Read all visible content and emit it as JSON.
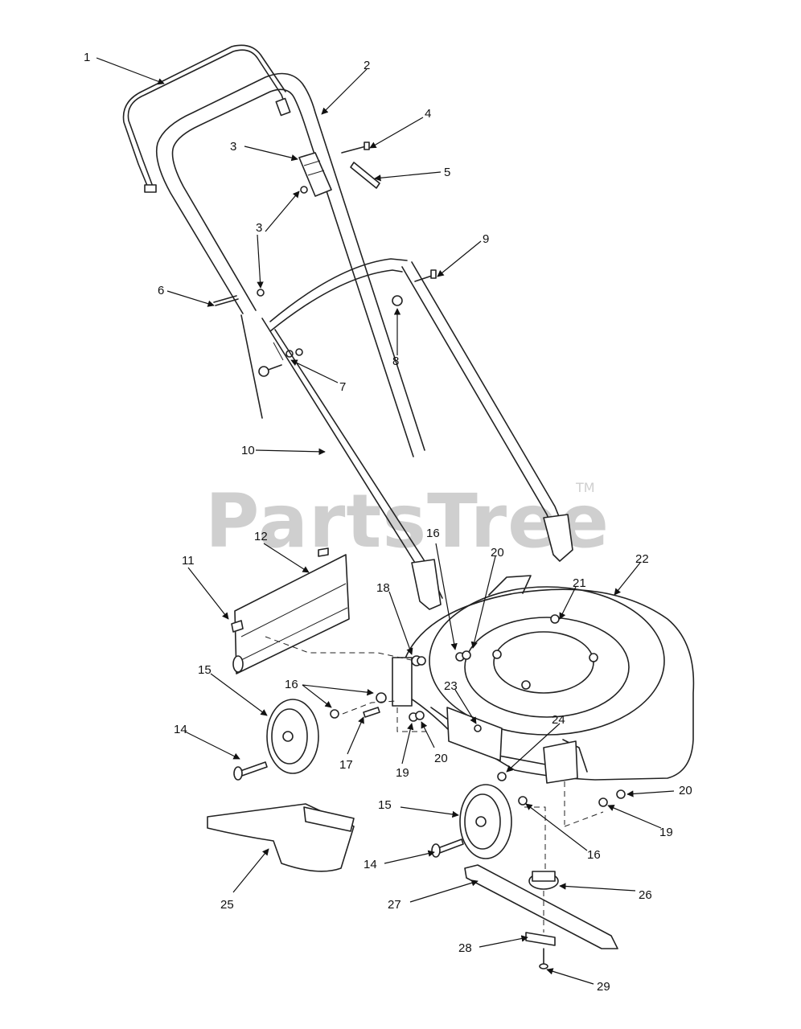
{
  "watermark": {
    "text": "PartsTree",
    "trademark": "TM"
  },
  "callouts": [
    {
      "id": "c1",
      "label": "1"
    },
    {
      "id": "c2",
      "label": "2"
    },
    {
      "id": "c3a",
      "label": "3"
    },
    {
      "id": "c3b",
      "label": "3"
    },
    {
      "id": "c4",
      "label": "4"
    },
    {
      "id": "c5",
      "label": "5"
    },
    {
      "id": "c6",
      "label": "6"
    },
    {
      "id": "c7",
      "label": "7"
    },
    {
      "id": "c8",
      "label": "8"
    },
    {
      "id": "c9",
      "label": "9"
    },
    {
      "id": "c10",
      "label": "10"
    },
    {
      "id": "c11",
      "label": "11"
    },
    {
      "id": "c12",
      "label": "12"
    },
    {
      "id": "c14a",
      "label": "14"
    },
    {
      "id": "c14b",
      "label": "14"
    },
    {
      "id": "c15a",
      "label": "15"
    },
    {
      "id": "c15b",
      "label": "15"
    },
    {
      "id": "c16a",
      "label": "16"
    },
    {
      "id": "c16b",
      "label": "16"
    },
    {
      "id": "c16c",
      "label": "16"
    },
    {
      "id": "c17",
      "label": "17"
    },
    {
      "id": "c18",
      "label": "18"
    },
    {
      "id": "c19a",
      "label": "19"
    },
    {
      "id": "c19b",
      "label": "19"
    },
    {
      "id": "c20a",
      "label": "20"
    },
    {
      "id": "c20b",
      "label": "20"
    },
    {
      "id": "c20c",
      "label": "20"
    },
    {
      "id": "c21",
      "label": "21"
    },
    {
      "id": "c22",
      "label": "22"
    },
    {
      "id": "c23",
      "label": "23"
    },
    {
      "id": "c24",
      "label": "24"
    },
    {
      "id": "c25",
      "label": "25"
    },
    {
      "id": "c26",
      "label": "26"
    },
    {
      "id": "c27",
      "label": "27"
    },
    {
      "id": "c28",
      "label": "28"
    },
    {
      "id": "c29",
      "label": "29"
    }
  ]
}
